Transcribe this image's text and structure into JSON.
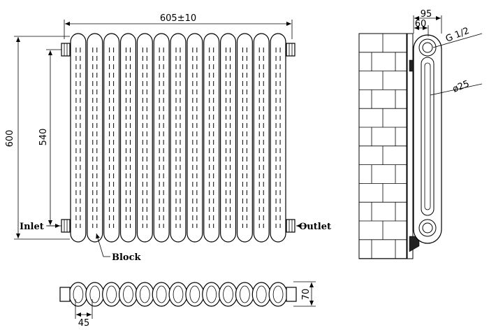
{
  "front_view": {
    "width_dim": "605±10",
    "height_dim": "600",
    "center_dim": "540",
    "inlet_label": "Inlet",
    "outlet_label": "Outlet",
    "block_label": "Block",
    "column_count": 13
  },
  "side_view": {
    "depth_dim": "95",
    "offset_dim": "60",
    "thread_label": "G 1/2",
    "tube_dim": "ø25"
  },
  "top_view": {
    "depth_dim": "70",
    "pitch_dim": "45",
    "column_count": 13
  }
}
